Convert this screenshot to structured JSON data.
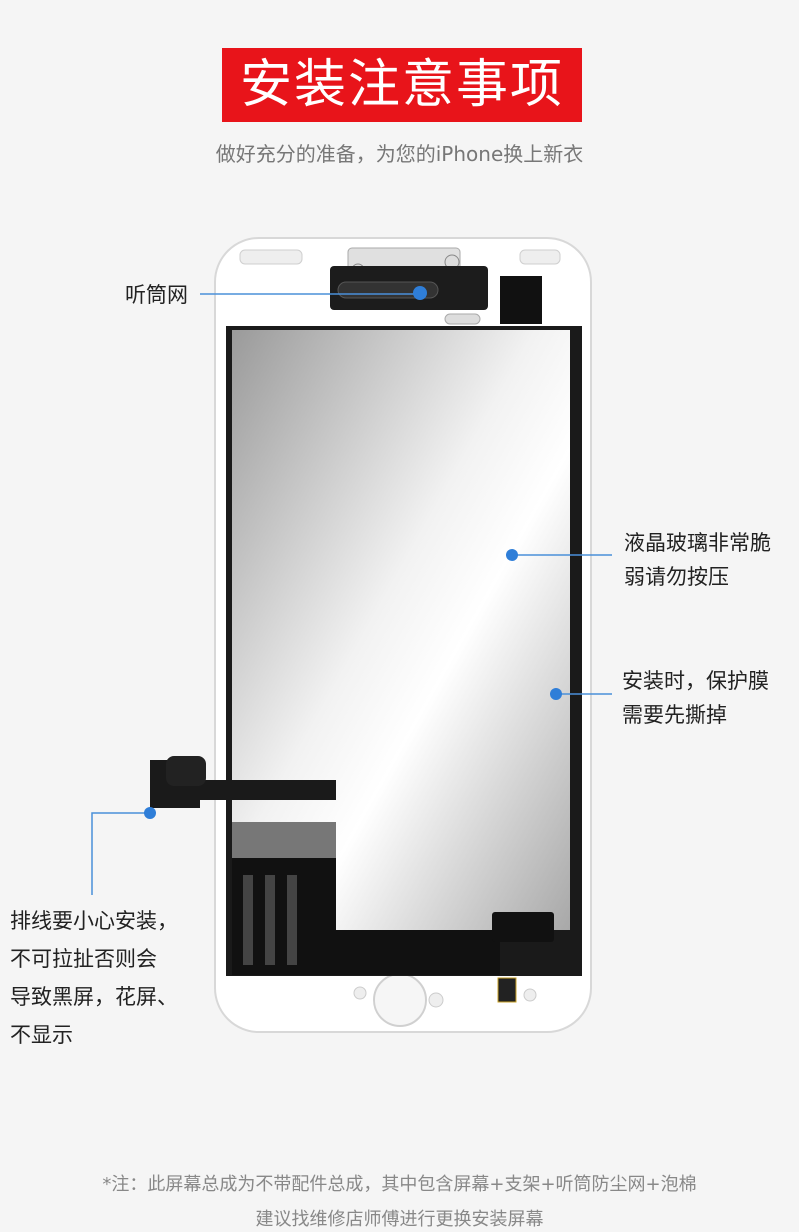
{
  "header": {
    "title": "安装注意事项",
    "subtitle": "做好充分的准备，为您的iPhone换上新衣"
  },
  "callouts": {
    "earpiece": "听筒网",
    "lcd": [
      "液晶玻璃非常脆",
      "弱请勿按压"
    ],
    "film": [
      "安装时，保护膜",
      "需要先撕掉"
    ],
    "cable": [
      "排线要小心安装，",
      "不可拉扯否则会",
      "导致黑屏，花屏、",
      "不显示"
    ]
  },
  "footer": {
    "note": "*注：此屏幕总成为不带配件总成，其中包含屏幕+支架+听筒防尘网+泡棉",
    "advice": "建议找维修店师傅进行更换安装屏幕"
  },
  "colors": {
    "title_bg": "#e8141a",
    "callout_line": "#4a90d9",
    "callout_dot": "#2f7ed8"
  }
}
